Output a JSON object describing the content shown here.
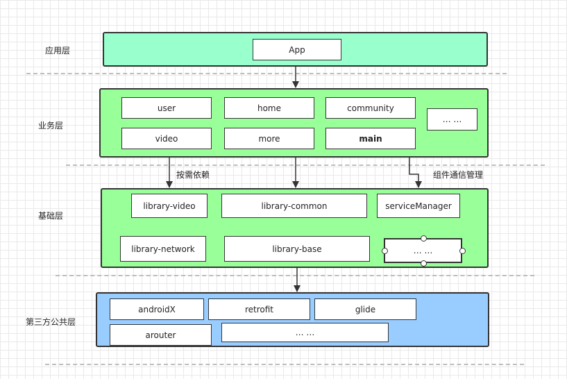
{
  "layers": {
    "app": {
      "label": "应用层",
      "nodes": [
        "App"
      ]
    },
    "business": {
      "label": "业务层",
      "nodes": [
        "user",
        "home",
        "community",
        "… …",
        "video",
        "more",
        "main"
      ]
    },
    "base": {
      "label": "基础层",
      "nodes": [
        "library-video",
        "library-common",
        "serviceManager",
        "library-network",
        "library-base",
        "… …"
      ]
    },
    "third": {
      "label": "第三方公共层",
      "nodes": [
        "androidX",
        "retrofit",
        "glide",
        "arouter",
        "… …"
      ]
    }
  },
  "edges": {
    "on_demand": "按需依赖",
    "component_comm": "组件通信管理"
  }
}
